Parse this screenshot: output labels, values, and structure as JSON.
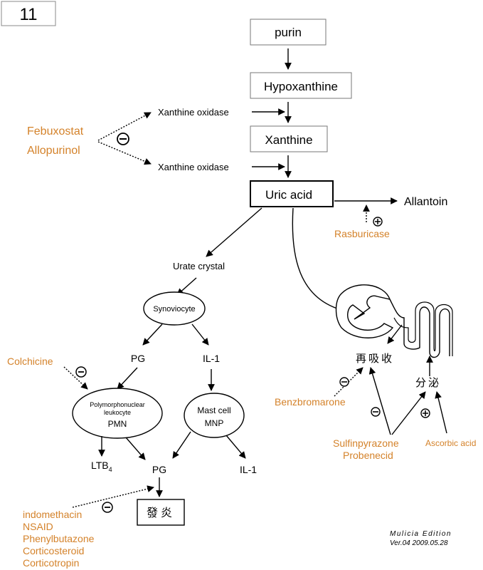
{
  "page_number": "11",
  "nodes": {
    "purin": "purin",
    "hypoxanthine": "Hypoxanthine",
    "xanthine": "Xanthine",
    "uric_acid": "Uric acid",
    "allantoin": "Allantoin",
    "xanthine_oxidase": "Xanthine oxidase",
    "urate_crystal": "Urate crystal",
    "synoviocyte": "Synoviocyte",
    "pg": "PG",
    "il1": "IL-1",
    "pmn_line1": "Polymorphonuclear",
    "pmn_line2": "leukocyte",
    "pmn": "PMN",
    "mast_cell": "Mast cell",
    "mnp": "MNP",
    "ltb": "LTB",
    "ltb_sub": "4",
    "inflammation": "發炎",
    "reabsorption": "再吸收",
    "secretion": "分泌"
  },
  "drugs": {
    "febuxostat": "Febuxostat",
    "allopurinol": "Allopurinol",
    "rasburicase": "Rasburicase",
    "colchicine": "Colchicine",
    "benzbromarone": "Benzbromarone",
    "sulfinpyrazone": "Sulfinpyrazone",
    "probenecid": "Probenecid",
    "ascorbic_acid": "Ascorbic acid",
    "antiinflammatory": [
      "indomethacin",
      "NSAID",
      "Phenylbutazone",
      "Corticosteroid",
      "Corticotropin"
    ]
  },
  "symbols": {
    "minus": "−",
    "plus": "+"
  },
  "footer": {
    "edition": "Mulicia Edition",
    "version": "Ver.04  2009.05.28"
  },
  "colors": {
    "drug": "#D4822A",
    "line": "#000000"
  }
}
